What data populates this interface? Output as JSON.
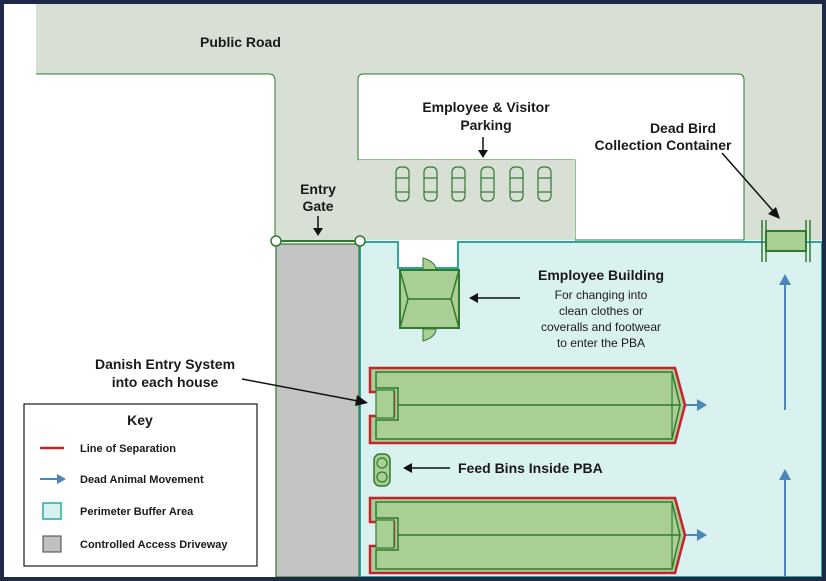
{
  "labels": {
    "public_road": "Public Road",
    "parking": [
      "Employee & Visitor",
      "Parking"
    ],
    "entry_gate": [
      "Entry",
      "Gate"
    ],
    "dead_bird": [
      "Dead Bird",
      "Collection Container"
    ],
    "employee_building": {
      "title": "Employee Building",
      "desc": [
        "For changing into",
        "clean clothes or",
        "coveralls and footwear",
        "to enter the PBA"
      ]
    },
    "danish_entry": [
      "Danish Entry System",
      "into each house"
    ],
    "feed_bins": "Feed Bins Inside PBA"
  },
  "key": {
    "title": "Key",
    "items": [
      {
        "label": "Line of Separation",
        "kind": "line",
        "color": "#c8232c"
      },
      {
        "label": "Dead Animal Movement",
        "kind": "arrow",
        "color": "#4a86b8"
      },
      {
        "label": "Perimeter Buffer Area",
        "kind": "swatch",
        "color": "#d9f1ef"
      },
      {
        "label": "Controlled Access Driveway",
        "kind": "swatch",
        "color": "#bfbfbf"
      }
    ]
  },
  "colors": {
    "frame": "#1f2a44",
    "road": "#d8dfd5",
    "driveway": "#c4c4c4",
    "pba": "#d9f1ef",
    "pba_border": "#2aa8a0",
    "green_fill": "#a9cf95",
    "green_dark": "#2f7a2f",
    "red": "#c8232c",
    "blue": "#4a86b8"
  }
}
